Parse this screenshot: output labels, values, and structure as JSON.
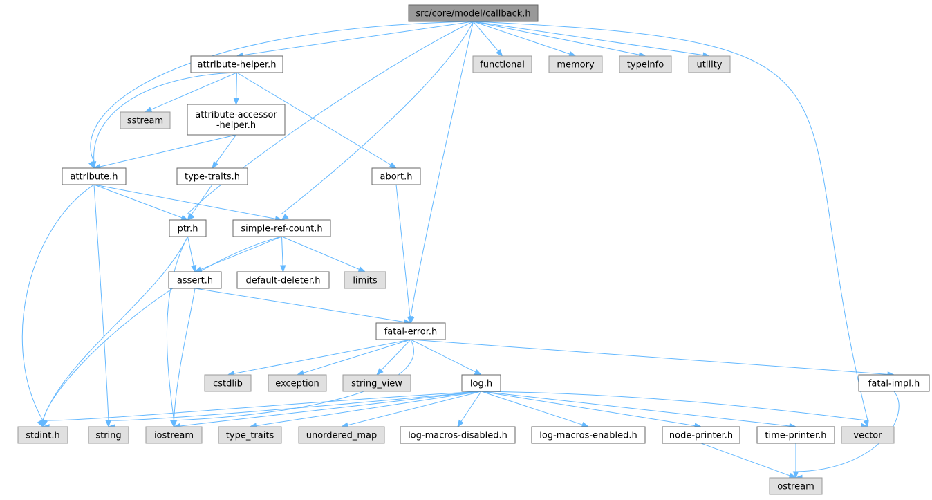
{
  "nodes": [
    {
      "id": "callback",
      "label": "src/core/model/callback.h",
      "kind": "root"
    },
    {
      "id": "attribute_helper",
      "label": "attribute-helper.h",
      "kind": "local"
    },
    {
      "id": "functional",
      "label": "functional",
      "kind": "system"
    },
    {
      "id": "memory",
      "label": "memory",
      "kind": "system"
    },
    {
      "id": "typeinfo",
      "label": "typeinfo",
      "kind": "system"
    },
    {
      "id": "utility",
      "label": "utility",
      "kind": "system"
    },
    {
      "id": "sstream",
      "label": "sstream",
      "kind": "system"
    },
    {
      "id": "attribute_accessor_helper",
      "label": "attribute-accessor\n-helper.h",
      "kind": "local"
    },
    {
      "id": "attribute",
      "label": "attribute.h",
      "kind": "local"
    },
    {
      "id": "type_traits_h",
      "label": "type-traits.h",
      "kind": "local"
    },
    {
      "id": "abort",
      "label": "abort.h",
      "kind": "local"
    },
    {
      "id": "ptr",
      "label": "ptr.h",
      "kind": "local"
    },
    {
      "id": "simple_ref_count",
      "label": "simple-ref-count.h",
      "kind": "local"
    },
    {
      "id": "assert",
      "label": "assert.h",
      "kind": "local"
    },
    {
      "id": "default_deleter",
      "label": "default-deleter.h",
      "kind": "local"
    },
    {
      "id": "limits",
      "label": "limits",
      "kind": "system"
    },
    {
      "id": "fatal_error",
      "label": "fatal-error.h",
      "kind": "local"
    },
    {
      "id": "cstdlib",
      "label": "cstdlib",
      "kind": "system"
    },
    {
      "id": "exception",
      "label": "exception",
      "kind": "system"
    },
    {
      "id": "string_view",
      "label": "string_view",
      "kind": "system"
    },
    {
      "id": "log",
      "label": "log.h",
      "kind": "local"
    },
    {
      "id": "fatal_impl",
      "label": "fatal-impl.h",
      "kind": "local"
    },
    {
      "id": "stdint",
      "label": "stdint.h",
      "kind": "system"
    },
    {
      "id": "string",
      "label": "string",
      "kind": "system"
    },
    {
      "id": "iostream",
      "label": "iostream",
      "kind": "system"
    },
    {
      "id": "type_traits",
      "label": "type_traits",
      "kind": "system"
    },
    {
      "id": "unordered_map",
      "label": "unordered_map",
      "kind": "system"
    },
    {
      "id": "log_macros_disabled",
      "label": "log-macros-disabled.h",
      "kind": "local"
    },
    {
      "id": "log_macros_enabled",
      "label": "log-macros-enabled.h",
      "kind": "local"
    },
    {
      "id": "node_printer",
      "label": "node-printer.h",
      "kind": "local"
    },
    {
      "id": "time_printer",
      "label": "time-printer.h",
      "kind": "local"
    },
    {
      "id": "vector",
      "label": "vector",
      "kind": "system"
    },
    {
      "id": "ostream",
      "label": "ostream",
      "kind": "system"
    }
  ],
  "edges": [
    [
      "callback",
      "attribute_helper"
    ],
    [
      "callback",
      "attribute"
    ],
    [
      "callback",
      "ptr"
    ],
    [
      "callback",
      "simple_ref_count"
    ],
    [
      "callback",
      "fatal_error"
    ],
    [
      "callback",
      "functional"
    ],
    [
      "callback",
      "memory"
    ],
    [
      "callback",
      "typeinfo"
    ],
    [
      "callback",
      "utility"
    ],
    [
      "callback",
      "vector"
    ],
    [
      "attribute_helper",
      "attribute"
    ],
    [
      "attribute_helper",
      "sstream"
    ],
    [
      "attribute_helper",
      "attribute_accessor_helper"
    ],
    [
      "attribute_helper",
      "abort"
    ],
    [
      "attribute_accessor_helper",
      "attribute"
    ],
    [
      "attribute_accessor_helper",
      "type_traits_h"
    ],
    [
      "type_traits_h",
      "ptr"
    ],
    [
      "abort",
      "fatal_error"
    ],
    [
      "attribute",
      "ptr"
    ],
    [
      "attribute",
      "simple_ref_count"
    ],
    [
      "attribute",
      "stdint"
    ],
    [
      "attribute",
      "string"
    ],
    [
      "ptr",
      "assert"
    ],
    [
      "ptr",
      "stdint"
    ],
    [
      "ptr",
      "iostream"
    ],
    [
      "simple_ref_count",
      "assert"
    ],
    [
      "simple_ref_count",
      "default_deleter"
    ],
    [
      "simple_ref_count",
      "limits"
    ],
    [
      "simple_ref_count",
      "stdint"
    ],
    [
      "assert",
      "fatal_error"
    ],
    [
      "assert",
      "iostream"
    ],
    [
      "fatal_error",
      "cstdlib"
    ],
    [
      "fatal_error",
      "exception"
    ],
    [
      "fatal_error",
      "string_view"
    ],
    [
      "fatal_error",
      "log"
    ],
    [
      "fatal_error",
      "fatal_impl"
    ],
    [
      "fatal_error",
      "iostream"
    ],
    [
      "fatal_impl",
      "ostream"
    ],
    [
      "log",
      "stdint"
    ],
    [
      "log",
      "string"
    ],
    [
      "log",
      "iostream"
    ],
    [
      "log",
      "type_traits"
    ],
    [
      "log",
      "unordered_map"
    ],
    [
      "log",
      "log_macros_disabled"
    ],
    [
      "log",
      "log_macros_enabled"
    ],
    [
      "log",
      "node_printer"
    ],
    [
      "log",
      "time_printer"
    ],
    [
      "log",
      "vector"
    ],
    [
      "node_printer",
      "ostream"
    ],
    [
      "time_printer",
      "ostream"
    ]
  ]
}
